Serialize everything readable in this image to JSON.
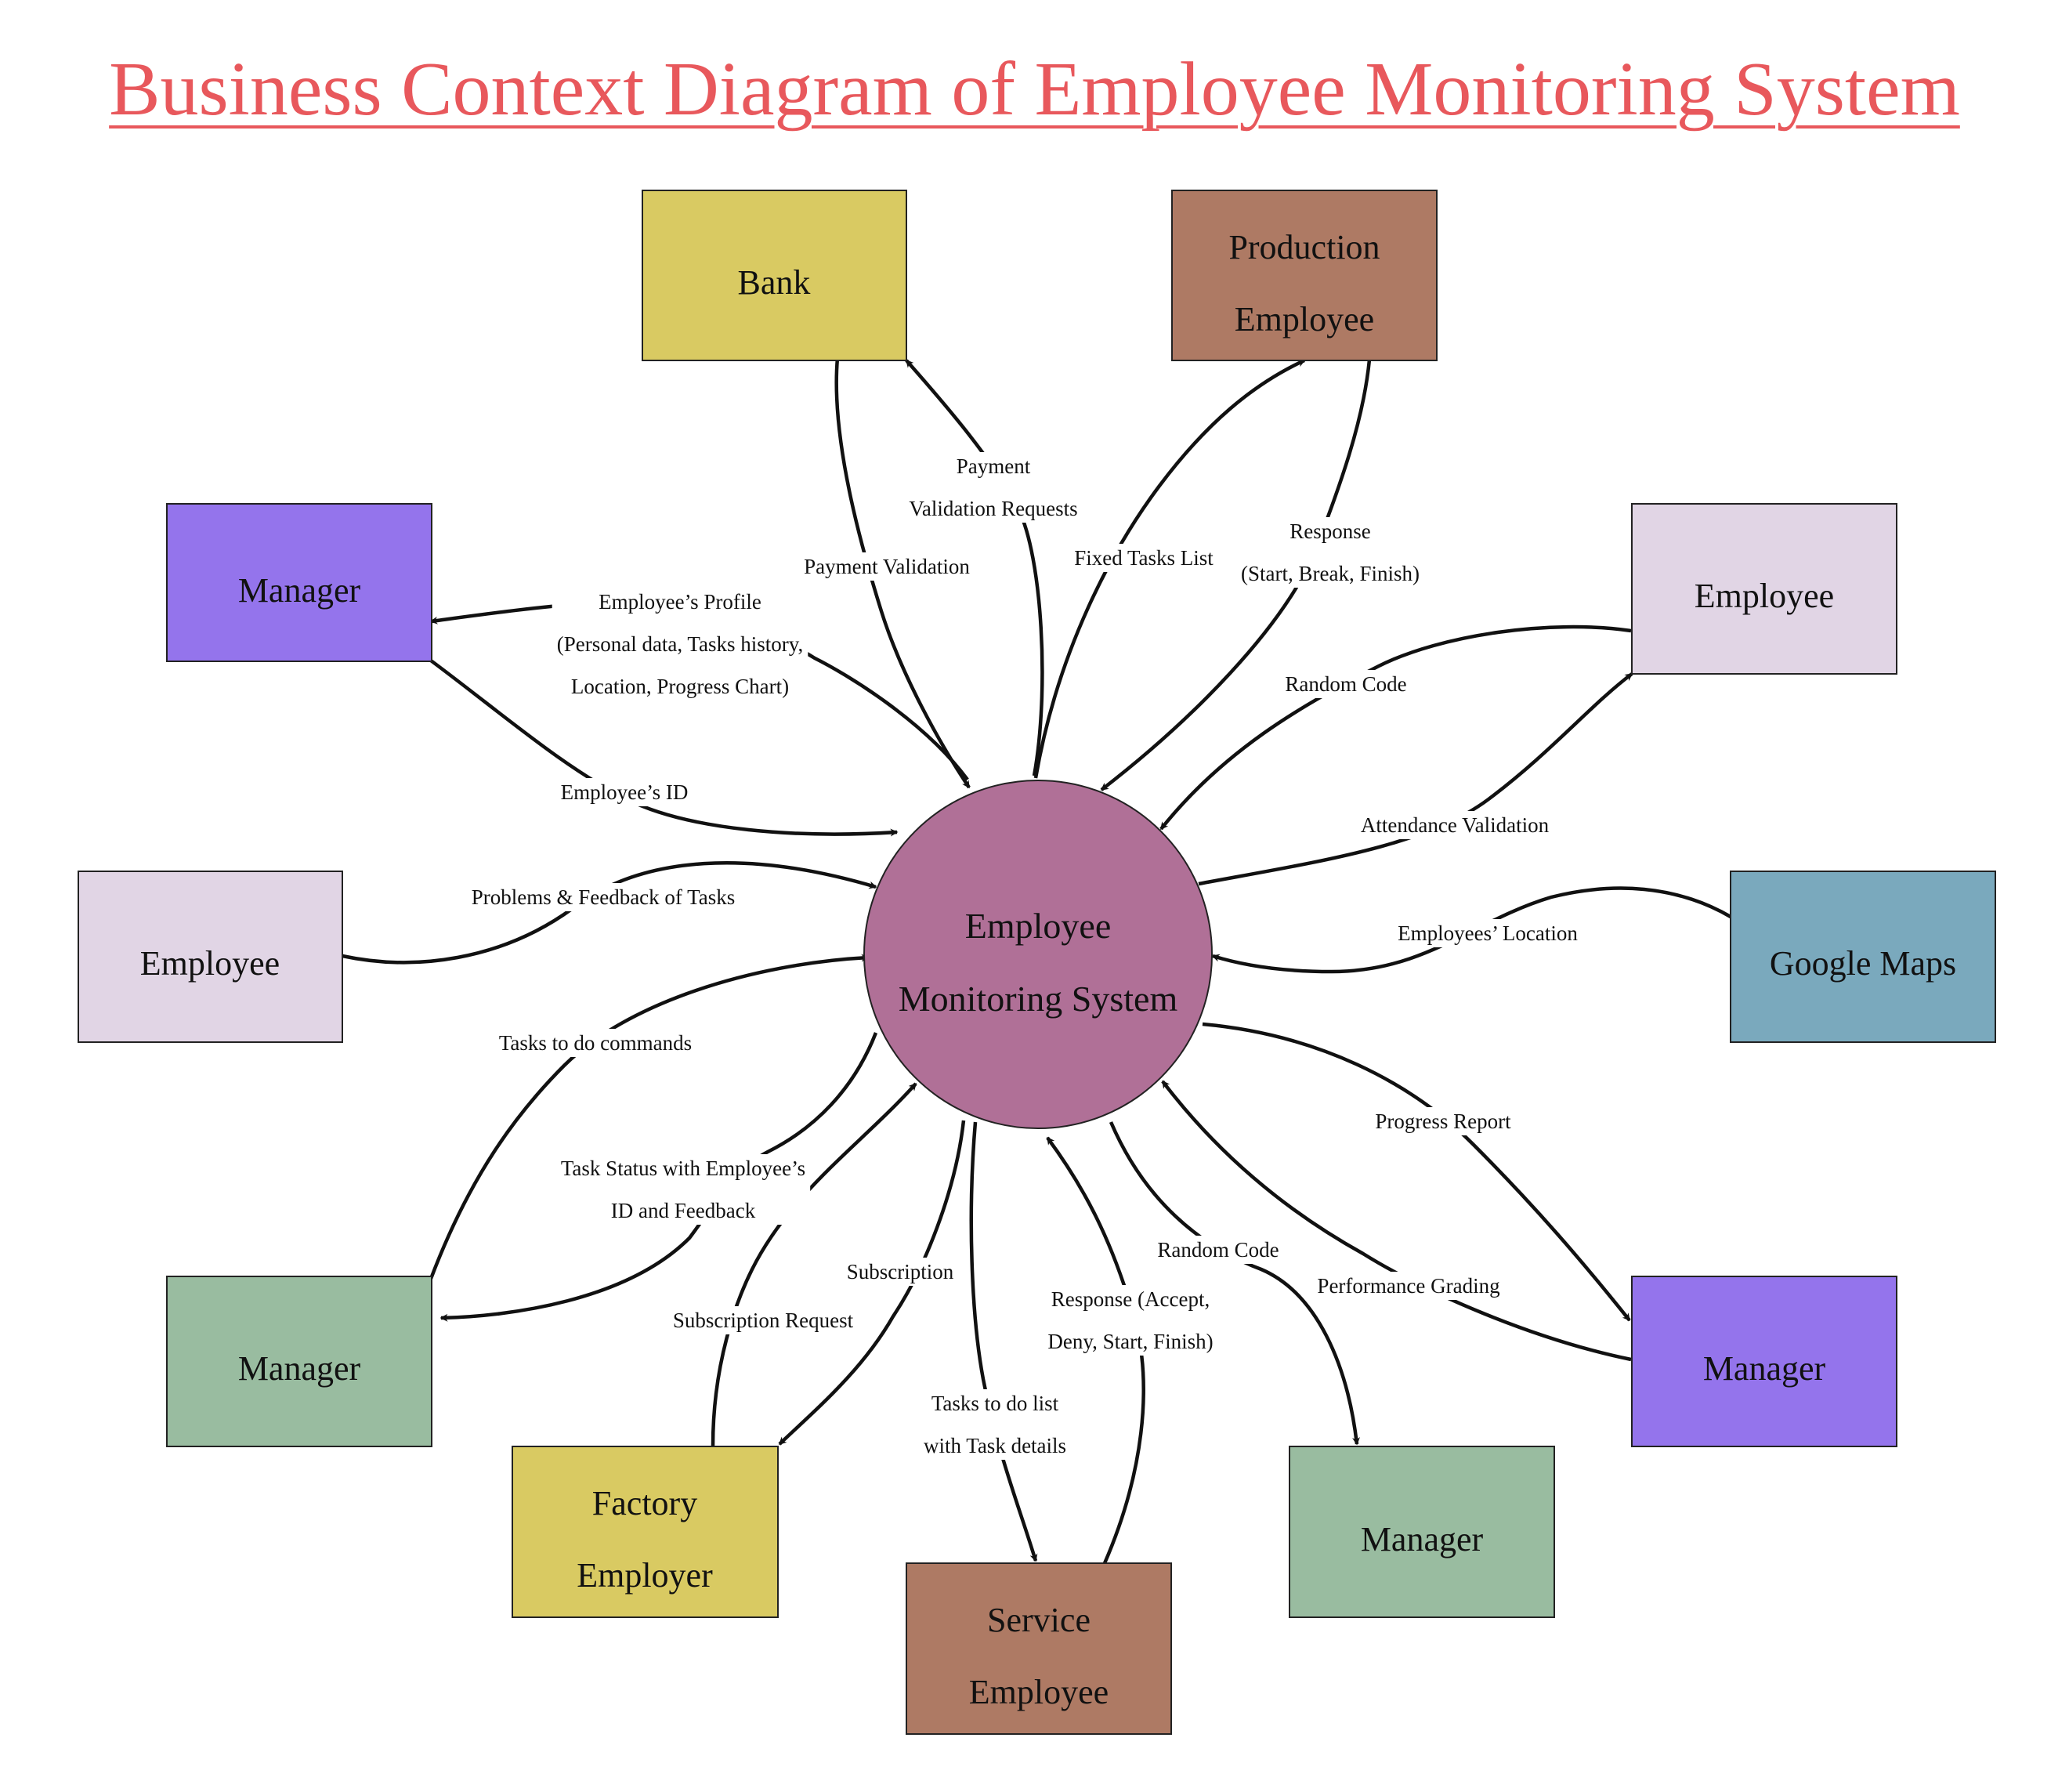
{
  "title": "Business Context Diagram of Employee Monitoring System",
  "colors": {
    "title": "#e8585c",
    "center": "#b07097",
    "bank": "#d9ca62",
    "production": "#ae7a64",
    "manager_purple": "#9474ec",
    "employee_light": "#e1d5e5",
    "manager_green": "#99bca0",
    "factory": "#d9ca62",
    "service": "#ae7a64",
    "google": "#7aa9bd"
  },
  "center": {
    "lines": [
      "Employee",
      "Monitoring System"
    ]
  },
  "nodes": {
    "bank": {
      "lines": [
        "Bank"
      ]
    },
    "production_employee": {
      "lines": [
        "Production",
        "Employee"
      ]
    },
    "manager_top_left": {
      "lines": [
        "Manager"
      ]
    },
    "employee_top_right": {
      "lines": [
        "Employee"
      ]
    },
    "employee_left": {
      "lines": [
        "Employee"
      ]
    },
    "google_maps": {
      "lines": [
        "Google Maps"
      ]
    },
    "manager_bottom_left": {
      "lines": [
        "Manager"
      ]
    },
    "manager_bottom_right": {
      "lines": [
        "Manager"
      ]
    },
    "factory_employer": {
      "lines": [
        "Factory",
        "Employer"
      ]
    },
    "manager_bottom_center": {
      "lines": [
        "Manager"
      ]
    },
    "service_employee": {
      "lines": [
        "Service",
        "Employee"
      ]
    }
  },
  "flows": {
    "payment_validation": [
      "Payment Validation"
    ],
    "payment_validation_requests": [
      "Payment",
      "Validation Requests"
    ],
    "fixed_tasks_list": [
      "Fixed Tasks List"
    ],
    "response_start_break_finish": [
      "Response",
      "(Start, Break, Finish)"
    ],
    "employee_profile": [
      "Employee’s Profile",
      "(Personal data, Tasks history,",
      "Location, Progress Chart)"
    ],
    "employee_id": [
      "Employee’s ID"
    ],
    "random_code_top": [
      "Random Code"
    ],
    "attendance_validation": [
      "Attendance Validation"
    ],
    "problems_feedback": [
      "Problems & Feedback of Tasks"
    ],
    "employees_location": [
      "Employees’ Location"
    ],
    "tasks_to_do_commands": [
      "Tasks to do commands"
    ],
    "task_status": [
      "Task Status with Employee’s",
      "ID and Feedback"
    ],
    "progress_report": [
      "Progress Report"
    ],
    "subscription": [
      "Subscription"
    ],
    "subscription_request": [
      "Subscription Request"
    ],
    "tasks_to_do_list": [
      "Tasks to do list",
      "with Task details"
    ],
    "response_accept_deny": [
      "Response (Accept,",
      "Deny, Start, Finish)"
    ],
    "random_code_bottom": [
      "Random Code"
    ],
    "performance_grading": [
      "Performance Grading"
    ]
  }
}
